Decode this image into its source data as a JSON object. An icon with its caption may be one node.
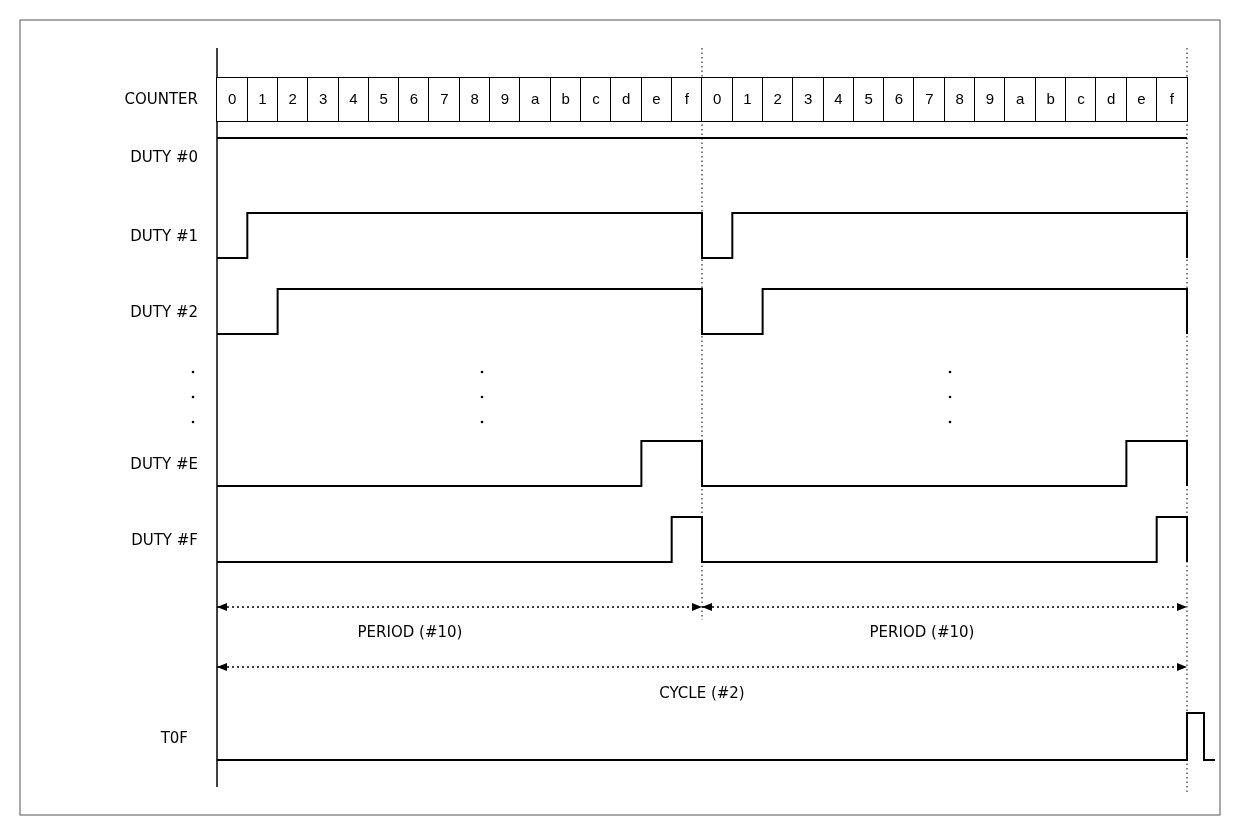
{
  "diagram": {
    "labels": [
      "COUNTER",
      "0",
      "1",
      "2",
      "3",
      "4",
      "5",
      "6",
      "7",
      "8",
      "9",
      "a",
      "b",
      "c",
      "d",
      "e",
      "f",
      "0",
      "1",
      "2",
      "3",
      "4",
      "5",
      "6",
      "7",
      "8",
      "9",
      "a",
      "b",
      "c",
      "d",
      "e",
      "f",
      "DUTY #0",
      "DUTY #1",
      "DUTY #2",
      "DUTY #E",
      "DUTY #F",
      "PERIOD (#10)",
      "PERIOD (#10)",
      "CYCLE (#2)",
      "T0F"
    ]
  }
}
